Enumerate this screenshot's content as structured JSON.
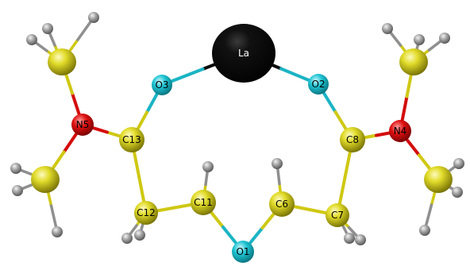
{
  "colors": {
    "La": "#0a0a0a",
    "O": "#1bb4c4",
    "N": "#d40d0d",
    "C": "#cfc814",
    "H": "#8f8f8f",
    "background": "#ffffff"
  },
  "atoms": [
    {
      "id": "La",
      "element": "La",
      "label": "La"
    },
    {
      "id": "O3",
      "element": "O",
      "label": "O3"
    },
    {
      "id": "O2",
      "element": "O",
      "label": "O2"
    },
    {
      "id": "O1",
      "element": "O",
      "label": "O1"
    },
    {
      "id": "N5",
      "element": "N",
      "label": "N5"
    },
    {
      "id": "N4",
      "element": "N",
      "label": "N4"
    },
    {
      "id": "C13",
      "element": "C",
      "label": "C13"
    },
    {
      "id": "C12",
      "element": "C",
      "label": "C12"
    },
    {
      "id": "C11",
      "element": "C",
      "label": "C11"
    },
    {
      "id": "C6",
      "element": "C",
      "label": "C6"
    },
    {
      "id": "C7",
      "element": "C",
      "label": "C7"
    },
    {
      "id": "C8",
      "element": "C",
      "label": "C8"
    },
    {
      "id": "Me5a",
      "element": "C",
      "label": ""
    },
    {
      "id": "Me5b",
      "element": "C",
      "label": ""
    },
    {
      "id": "Me4a",
      "element": "C",
      "label": ""
    },
    {
      "id": "Me4b",
      "element": "C",
      "label": ""
    }
  ],
  "bonds": [
    [
      "La",
      "O3"
    ],
    [
      "La",
      "O2"
    ],
    [
      "O3",
      "C13"
    ],
    [
      "O2",
      "C8"
    ],
    [
      "C13",
      "N5"
    ],
    [
      "C8",
      "N4"
    ],
    [
      "C13",
      "C12"
    ],
    [
      "C12",
      "C11"
    ],
    [
      "C11",
      "O1"
    ],
    [
      "O1",
      "C6"
    ],
    [
      "C6",
      "C7"
    ],
    [
      "C7",
      "C8"
    ],
    [
      "N5",
      "Me5a"
    ],
    [
      "N5",
      "Me5b"
    ],
    [
      "N4",
      "Me4a"
    ],
    [
      "N4",
      "Me4b"
    ]
  ]
}
